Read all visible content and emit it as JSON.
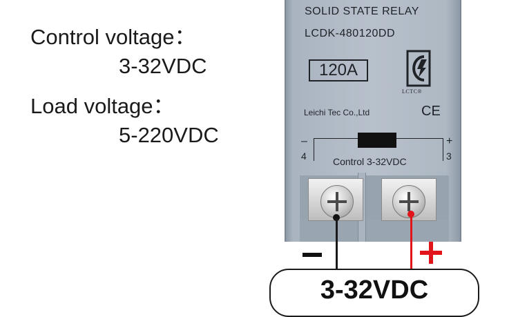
{
  "specs": {
    "control_label": "Control voltage：",
    "control_value": "3-32VDC",
    "load_label": "Load voltage：",
    "load_value": "5-220VDC"
  },
  "relay": {
    "title": "SOLID STATE RELAY",
    "model": "LCDK-480120DD",
    "rating": "120A",
    "logo_text": "LCTC®",
    "company": "Leichi Tec Co.,Ltd",
    "ce": "CE",
    "minus_symbol": "–",
    "plus_symbol": "+",
    "terminal_left_number": "4",
    "terminal_right_number": "3",
    "control_label": "Control 3-32VDC"
  },
  "supply": {
    "label": "3-32VDC"
  },
  "colors": {
    "relay_body": "#b7c0cb",
    "positive_wire": "#e1141a",
    "negative_wire": "#1a1a1a"
  }
}
